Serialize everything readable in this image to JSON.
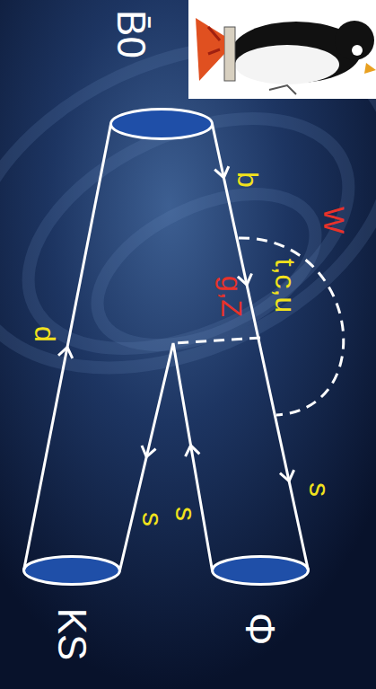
{
  "diagram": {
    "nodes": [
      {
        "text": [
          "B̄0"
        ]
      },
      {
        "text": [
          "Φ"
        ]
      },
      {
        "text": [
          "KS"
        ]
      }
    ],
    "edges": [
      {
        "from": 2,
        "to": 0,
        "arrow": "to",
        "label": "d"
      },
      {
        "from": 0,
        "to": 1,
        "arrow": "to",
        "label": "b"
      },
      {
        "from": 1,
        "to": 2,
        "arrow": "to",
        "label": "s"
      }
    ],
    "labels": [
      "W",
      "t,c,u",
      "g,Z",
      "s",
      "s"
    ]
  }
}
